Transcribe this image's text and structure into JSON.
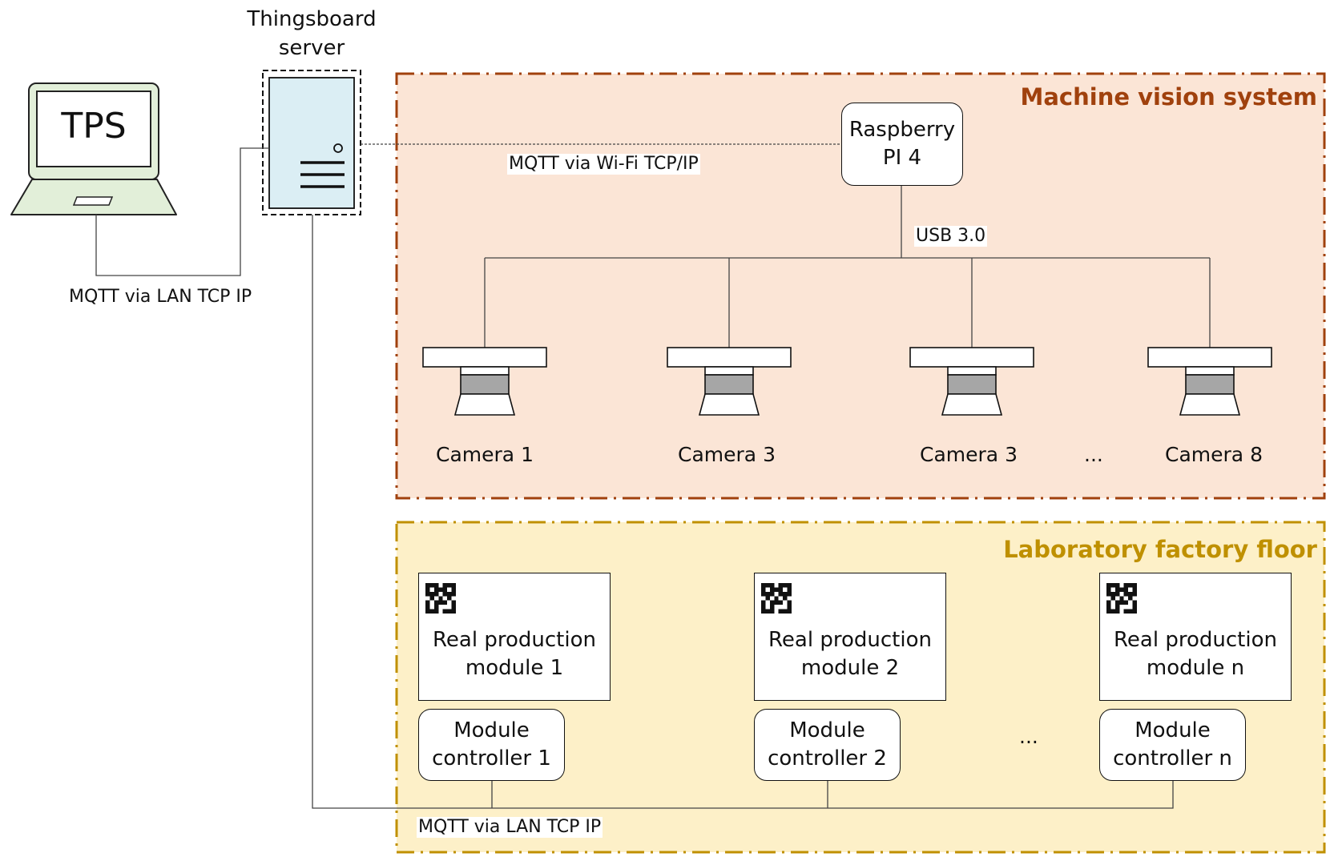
{
  "colors": {
    "vision_fill": "#fbe5d6",
    "vision_border": "#a0410d",
    "vision_title": "#a0410d",
    "floor_fill": "#fdf0c8",
    "floor_border": "#c09000",
    "floor_title": "#bf9000",
    "server_fill": "#dbeef4",
    "laptop_fill": "#e2efd9",
    "lens_gray": "#a6a6a6",
    "line": "#444444"
  },
  "icons": {
    "laptop": "laptop-icon",
    "server": "server-icon",
    "camera": "camera-icon",
    "qr": "qr-code-icon"
  },
  "laptop": {
    "screen_text": "TPS"
  },
  "server": {
    "title_line1": "Thingsboard",
    "title_line2": "server"
  },
  "links": {
    "laptop_server": "MQTT via LAN TCP IP",
    "server_raspberry": "MQTT via Wi-Fi TCP/IP",
    "raspberry_cameras": "USB 3.0",
    "server_controllers": "MQTT via LAN TCP IP"
  },
  "vision_system": {
    "title": "Machine vision system",
    "raspberry": {
      "line1": "Raspberry",
      "line2": "PI 4"
    },
    "cameras": [
      {
        "label": "Camera 1"
      },
      {
        "label": "Camera 3"
      },
      {
        "label": "Camera 3"
      },
      {
        "label": "Camera 8"
      }
    ],
    "ellipsis": "..."
  },
  "factory_floor": {
    "title": "Laboratory factory floor",
    "modules": [
      {
        "line1": "Real production",
        "line2": "module 1",
        "ctrl_line1": "Module",
        "ctrl_line2": "controller 1"
      },
      {
        "line1": "Real production",
        "line2": "module 2",
        "ctrl_line1": "Module",
        "ctrl_line2": "controller 2"
      },
      {
        "line1": "Real production",
        "line2": "module n",
        "ctrl_line1": "Module",
        "ctrl_line2": "controller n"
      }
    ],
    "ellipsis": "..."
  }
}
